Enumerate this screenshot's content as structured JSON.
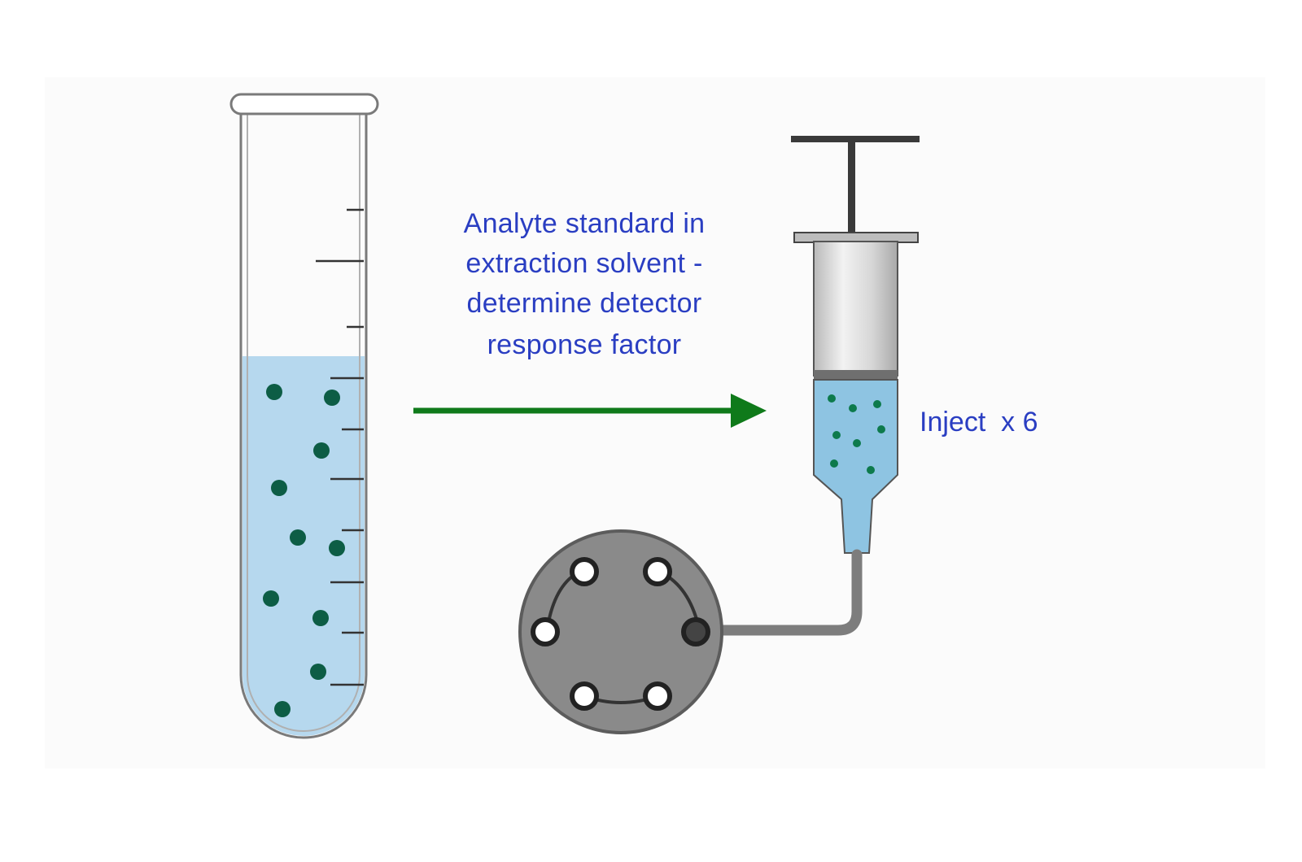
{
  "caption": {
    "lines": [
      "Analyte standard in",
      "extraction solvent -",
      "determine detector",
      "response factor"
    ]
  },
  "syringe_label": "Inject  x 6",
  "colors": {
    "text": "#2a3ec2",
    "arrow": "#0f7a1a",
    "liquid": "#b6d8ee",
    "syringe_liquid": "#8ec4e2",
    "particle": "#0d5d45",
    "valve": "#8a8a8a",
    "valve_line": "#333333",
    "tube_outline": "#7a7a7a"
  },
  "icons": {
    "test_tube": "test-tube-icon",
    "syringe": "syringe-icon",
    "valve": "injection-valve-icon",
    "arrow": "right-arrow-icon"
  }
}
